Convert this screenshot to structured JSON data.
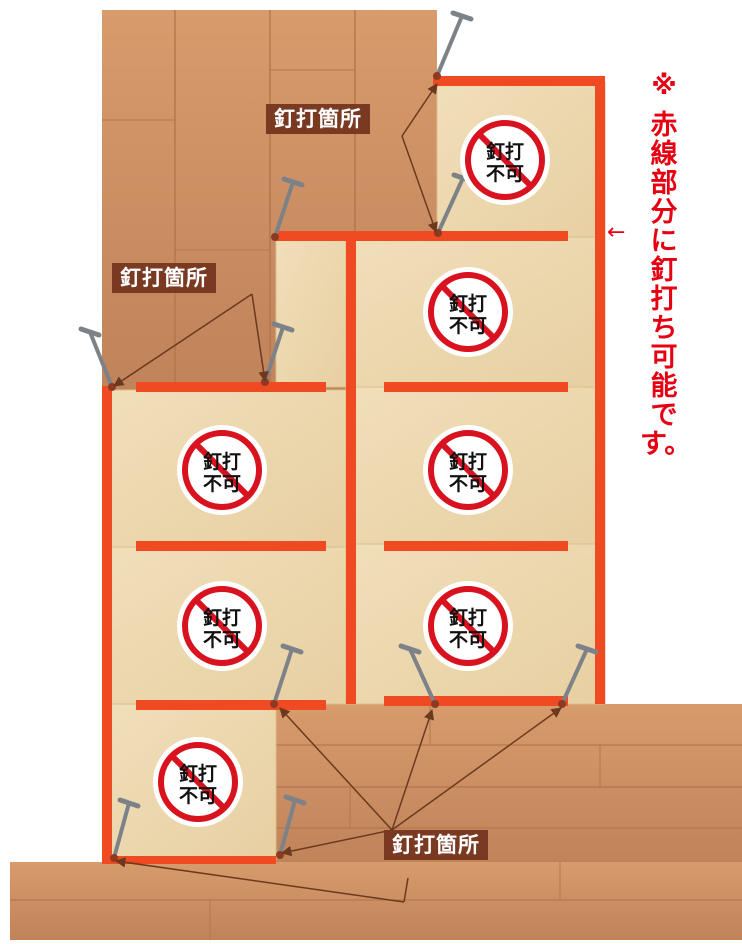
{
  "callouts": {
    "top": "釘打箇所",
    "left": "釘打箇所",
    "bottom": "釘打箇所"
  },
  "no_nail_sign": {
    "line1": "釘打",
    "line2": "不可",
    "count": 7
  },
  "side_note": {
    "mark": "※",
    "text": "赤線部分に釘打ち可能です。",
    "arrow": "←"
  },
  "colors": {
    "red_line": "#f04a23",
    "callout_bg": "#7a3a22",
    "note_red": "#e60012",
    "sign_red": "#d8121f",
    "panel": "#ecd7ad",
    "floor": "#c98b5f",
    "nail": "#7d8288"
  },
  "icons": [
    "nail-icon",
    "no-nail-sign-icon",
    "arrow-left-icon"
  ]
}
